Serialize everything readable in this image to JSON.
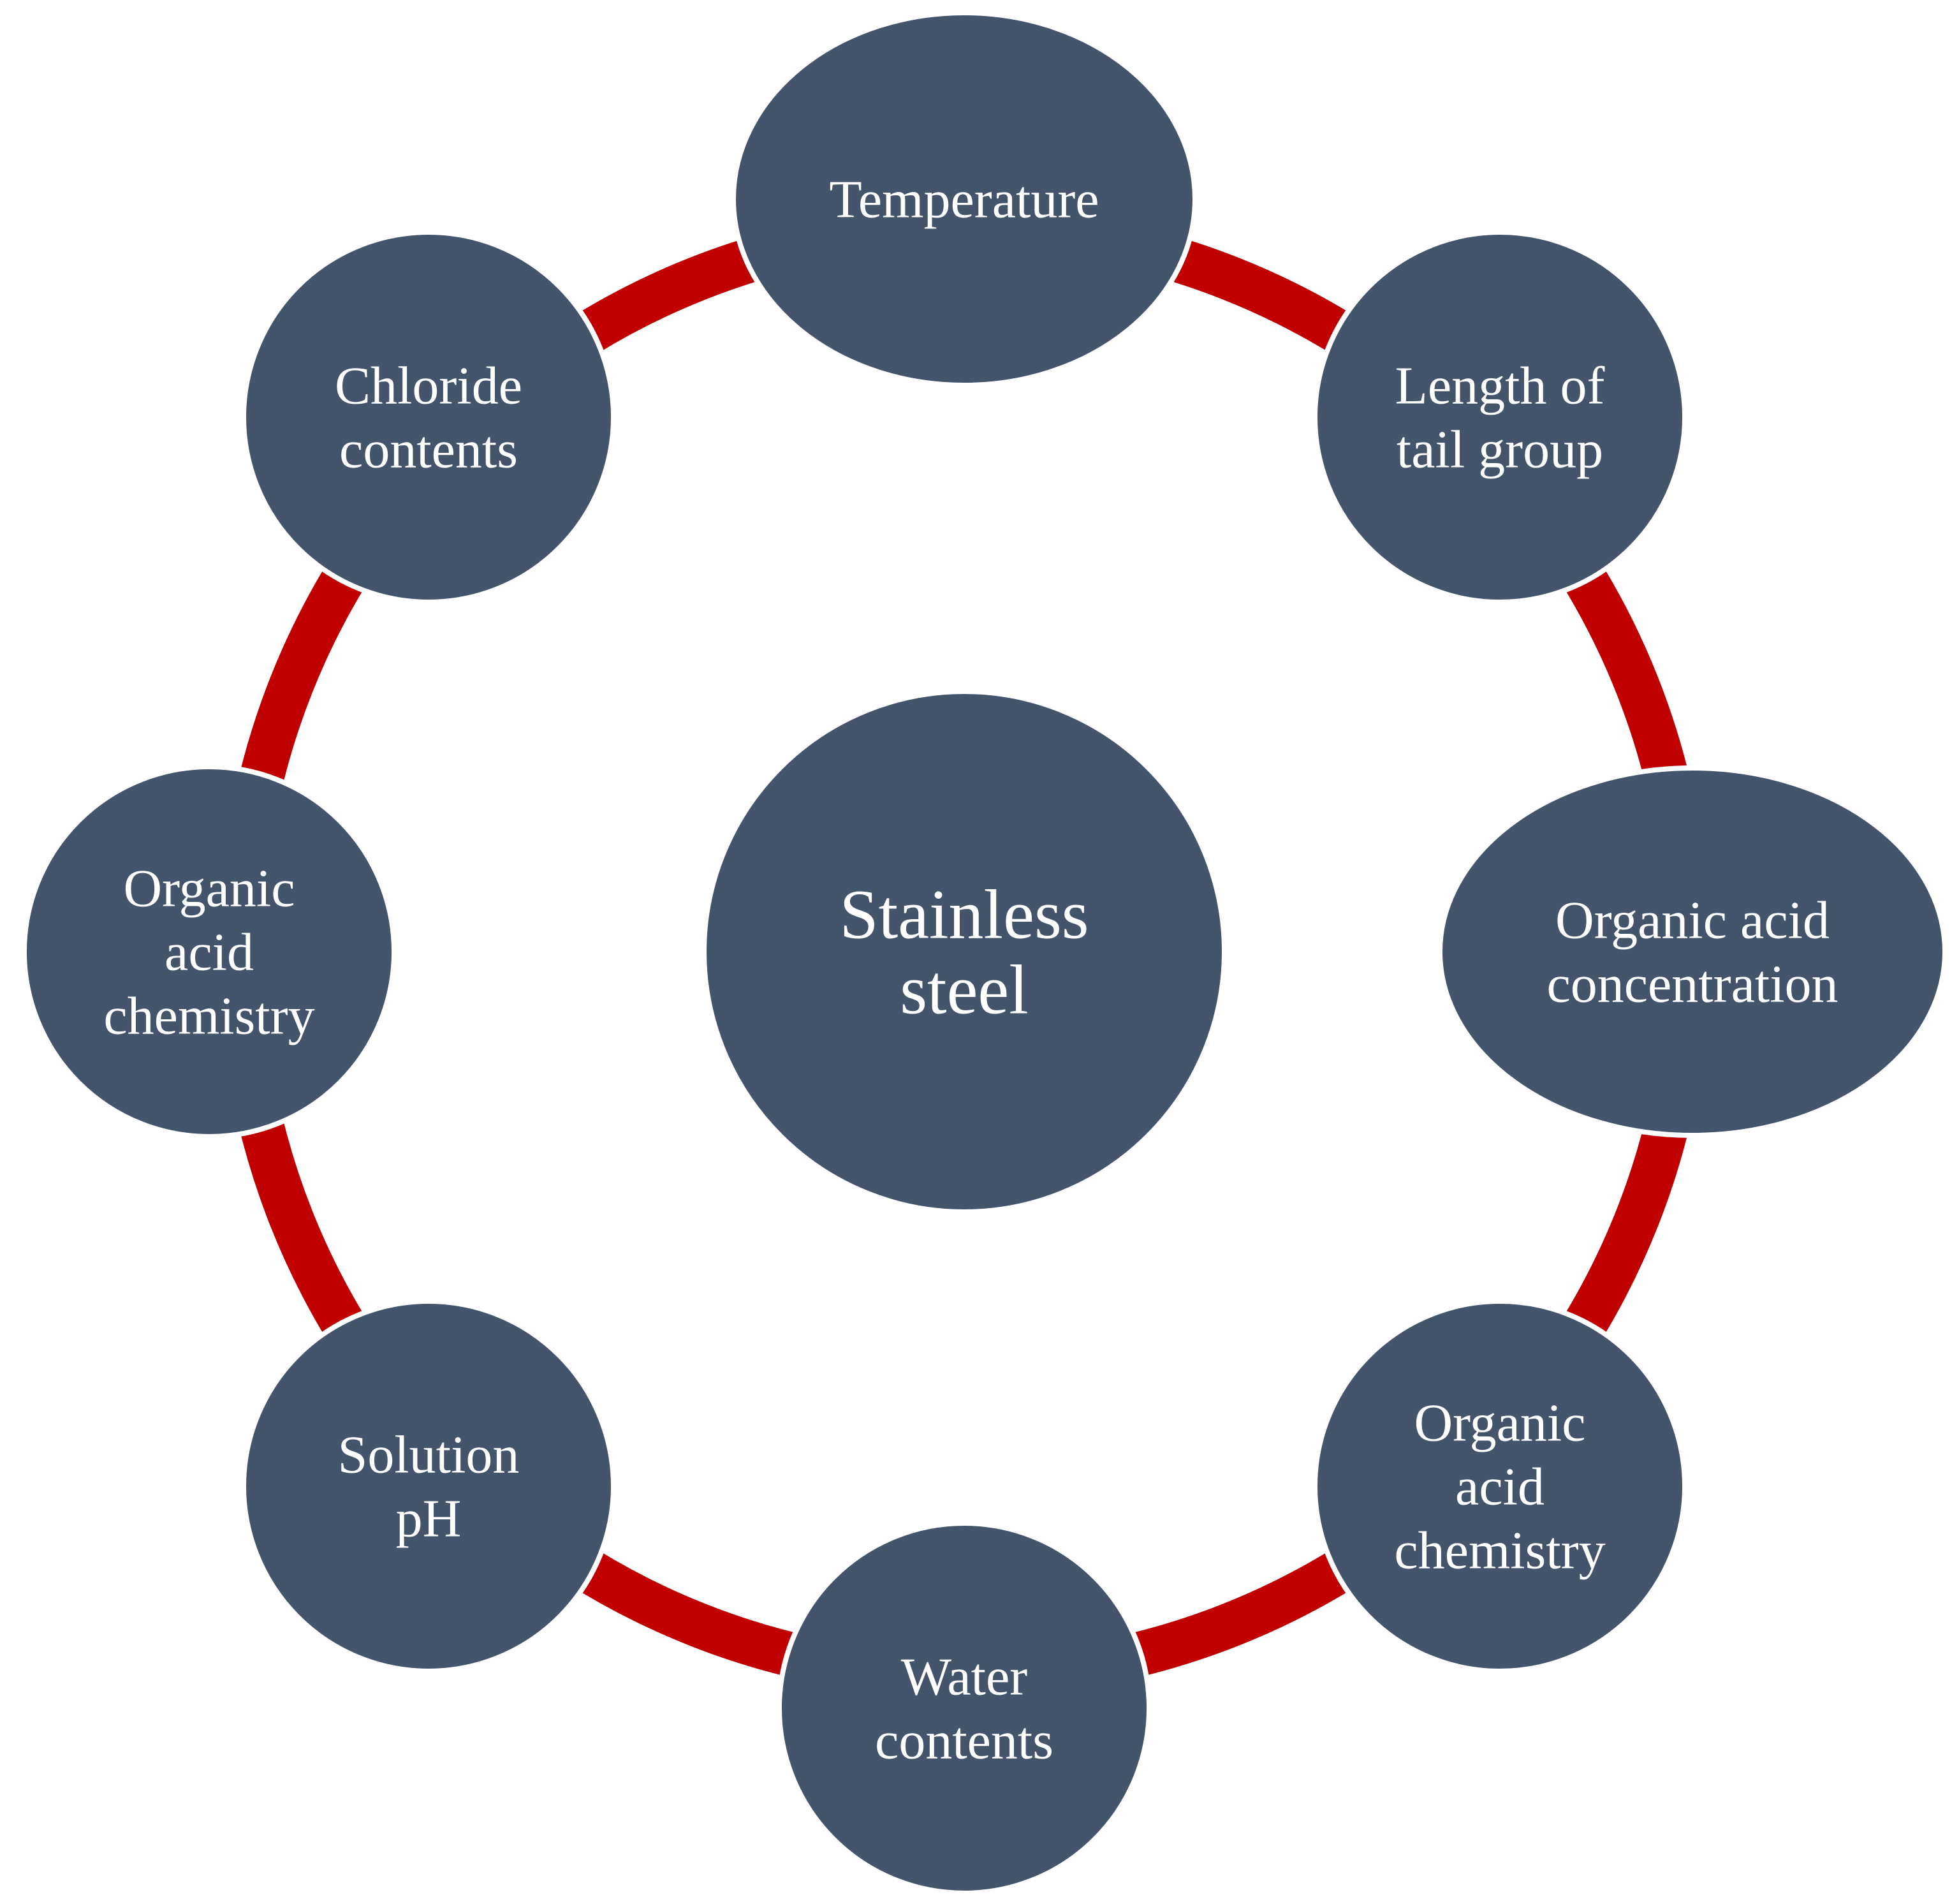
{
  "colors": {
    "background": "#ffffff",
    "node_fill": "#44546a",
    "node_stroke": "#ffffff",
    "ring": "#c00000",
    "text": "#ffffff"
  },
  "center": {
    "lines": [
      "Stainless",
      "steel"
    ]
  },
  "nodes": [
    {
      "id": "temperature",
      "lines": [
        "Temperature"
      ]
    },
    {
      "id": "length-of-tail-group",
      "lines": [
        "Length of",
        "tail group"
      ]
    },
    {
      "id": "organic-acid-concentration",
      "lines": [
        "Organic acid",
        "concentration"
      ]
    },
    {
      "id": "organic-acid-chemistry-right",
      "lines": [
        "Organic",
        "acid",
        "chemistry"
      ]
    },
    {
      "id": "water-contents",
      "lines": [
        "Water",
        "contents"
      ]
    },
    {
      "id": "solution-ph",
      "lines": [
        "Solution",
        "pH"
      ]
    },
    {
      "id": "organic-acid-chemistry-left",
      "lines": [
        "Organic",
        "acid",
        "chemistry"
      ]
    },
    {
      "id": "chloride-contents",
      "lines": [
        "Chloride",
        "contents"
      ]
    }
  ]
}
